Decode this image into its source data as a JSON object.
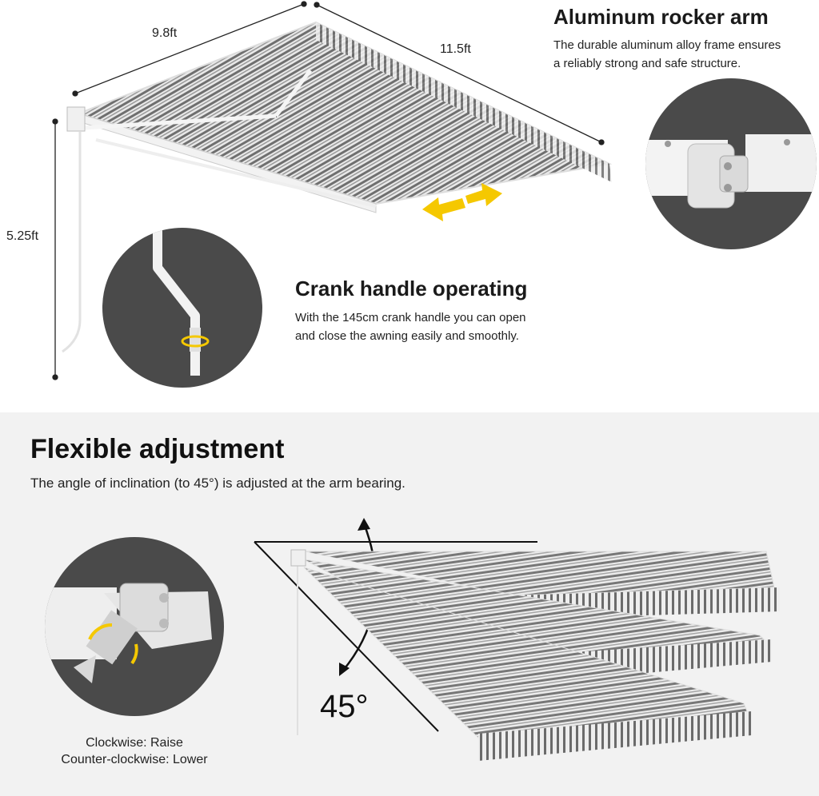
{
  "dimensions": {
    "width_label": "9.8ft",
    "projection_label": "11.5ft",
    "height_label": "5.25ft"
  },
  "rocker_arm": {
    "title": "Aluminum rocker arm",
    "desc_line1": "The durable aluminum alloy frame ensures",
    "desc_line2": "a reliably strong and safe structure."
  },
  "crank": {
    "title": "Crank handle operating",
    "desc_line1": "With the 145cm crank handle you can open",
    "desc_line2": "and close the awning easily and smoothly."
  },
  "adjustment": {
    "title": "Flexible adjustment",
    "subtitle": "The angle of inclination (to 45°) is adjusted at the arm bearing.",
    "angle_label": "45°",
    "caption_line1": "Clockwise: Raise",
    "caption_line2": "Counter-clockwise: Lower"
  },
  "colors": {
    "stripe_dark": "#6f6f6f",
    "stripe_light": "#e9e9e9",
    "circle_bg": "#4a4a4a",
    "accent_yellow": "#f5c800",
    "frame_white": "#f4f4f4"
  },
  "icons": [
    "awning-image",
    "rocker-arm-detail-image",
    "crank-handle-detail-image",
    "arm-bearing-detail-image",
    "yellow-double-arrow-icon",
    "rotation-arrow-icon",
    "angle-arc-arrow-icon"
  ]
}
